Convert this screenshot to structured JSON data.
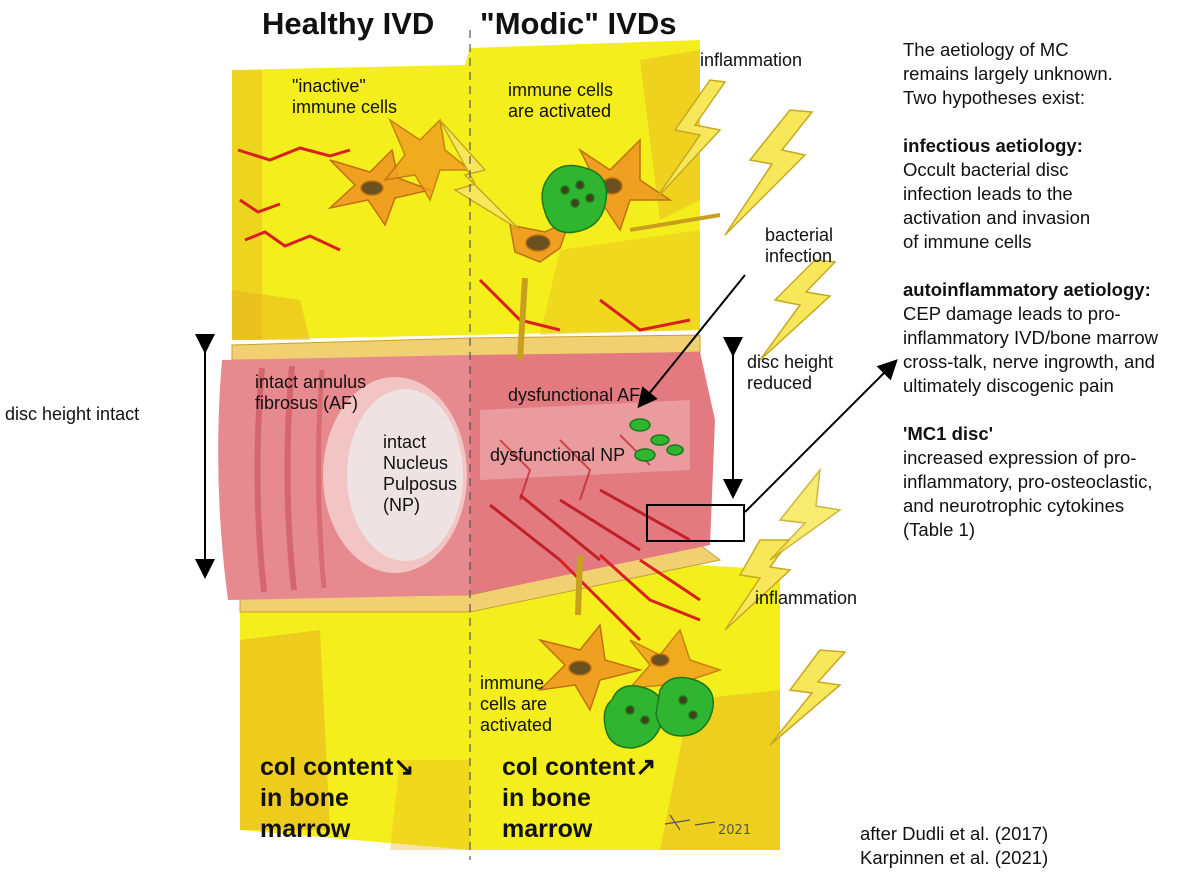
{
  "titles": {
    "healthy": "Healthy  IVD",
    "modic": "\"Modic\" IVDs"
  },
  "labels": {
    "inactive_immune": [
      "\"inactive\"",
      "immune cells"
    ],
    "immune_activated_top": [
      "immune cells",
      "are activated"
    ],
    "inflammation_top": "inflammation",
    "bacterial_infection": [
      "bacterial",
      "infection"
    ],
    "disc_height_reduced": [
      "disc height",
      "reduced"
    ],
    "disc_height_intact": "disc height intact",
    "intact_af": [
      "intact annulus",
      "fibrosus (AF)"
    ],
    "intact_np": [
      "intact",
      "Nucleus",
      "Pulposus",
      "(NP)"
    ],
    "dysfunctional_af": "dysfunctional AF",
    "dysfunctional_np": "dysfunctional NP",
    "inflammation_bottom": "inflammation",
    "immune_activated_bottom": [
      "immune",
      "cells are",
      "activated"
    ],
    "col_content_healthy": [
      "col content↘",
      "in bone",
      "marrow"
    ],
    "col_content_modic": [
      "col content↗",
      "in bone",
      "marrow"
    ],
    "signature": "2021"
  },
  "sidebar": {
    "intro": [
      "The aetiology of MC",
      "remains largely unknown.",
      "Two hypotheses exist:"
    ],
    "infectious_title": "infectious aetiology:",
    "infectious_body": [
      "Occult bacterial disc",
      "infection leads to the",
      "activation and invasion",
      "of immune cells"
    ],
    "autoinflammatory_title": "autoinflammatory aetiology:",
    "autoinflammatory_body": [
      "CEP damage leads to pro-",
      "inflammatory IVD/bone marrow",
      "cross-talk, nerve ingrowth, and",
      "ultimately discogenic pain"
    ],
    "mc1_title": "'MC1 disc'",
    "mc1_body": [
      "increased expression of pro-",
      "inflammatory, pro-osteoclastic,",
      "and neurotrophic cytokines",
      "(Table 1)"
    ]
  },
  "citation": [
    "after Dudli et al. (2017)",
    "Karpinnen et al. (2021)"
  ],
  "colors": {
    "marrow": "#f4ee1c",
    "marrow_dark": "#e8b020",
    "disc": "#e68a8f",
    "disc_light": "#f2c4c4",
    "nucleus": "#efe2e2",
    "immune_orange": "#f0a020",
    "bacteria_green": "#2fb52f",
    "lightning": "#f6e85a",
    "red_stroke": "#d82020"
  }
}
